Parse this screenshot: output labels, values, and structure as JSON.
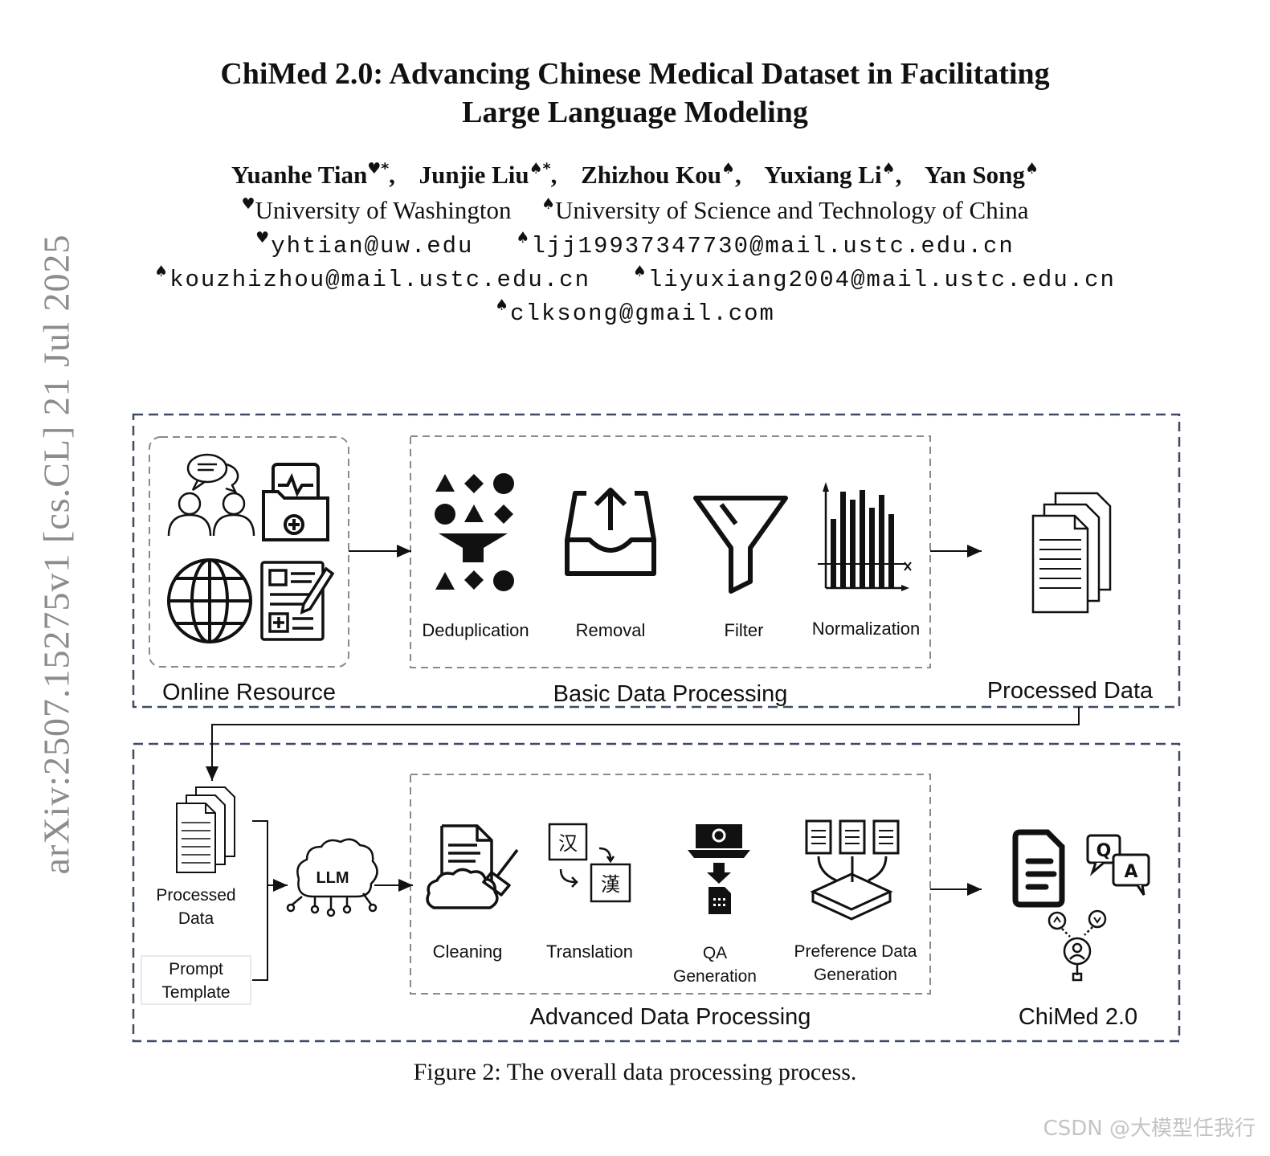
{
  "sidebar": {
    "arxiv_id": "arXiv:2507.15275v1  [cs.CL]  21 Jul 2025"
  },
  "paper": {
    "title_line1": "ChiMed 2.0: Advancing Chinese Medical Dataset in Facilitating",
    "title_line2": "Large Language Modeling",
    "authors": [
      {
        "name": "Yuanhe Tian",
        "mark": "♥*"
      },
      {
        "name": "Junjie Liu",
        "mark": "♠*"
      },
      {
        "name": "Zhizhou Kou",
        "mark": "♠"
      },
      {
        "name": "Yuxiang Li",
        "mark": "♠"
      },
      {
        "name": "Yan Song",
        "mark": "♠"
      }
    ],
    "affiliations": [
      {
        "mark": "♥",
        "name": "University of Washington"
      },
      {
        "mark": "♠",
        "name": "University of Science and Technology of China"
      }
    ],
    "emails": [
      {
        "mark": "♥",
        "address": "yhtian@uw.edu"
      },
      {
        "mark": "♠",
        "address": "ljj19937347730@mail.ustc.edu.cn"
      },
      {
        "mark": "♠",
        "address": "kouzhizhou@mail.ustc.edu.cn"
      },
      {
        "mark": "♠",
        "address": "liyuxiang2004@mail.ustc.edu.cn"
      },
      {
        "mark": "♠",
        "address": "clksong@gmail.com"
      }
    ]
  },
  "figure": {
    "top_panel": {
      "online_resource": "Online Resource",
      "basic_processing": "Basic Data Processing",
      "steps": [
        "Deduplication",
        "Removal",
        "Filter",
        "Normalization"
      ],
      "processed_data": "Processed Data"
    },
    "bottom_panel": {
      "input_data_line1": "Processed",
      "input_data_line2": "Data",
      "prompt_line1": "Prompt",
      "prompt_line2": "Template",
      "llm": "LLM",
      "advanced_processing": "Advanced Data Processing",
      "steps": [
        "Cleaning",
        "Translation"
      ],
      "qa_line1": "QA",
      "qa_line2": "Generation",
      "pref_line1": "Preference Data",
      "pref_line2": "Generation",
      "output": "ChiMed 2.0",
      "translation_glyphs": [
        "汉",
        "漢"
      ],
      "qa_glyphs": [
        "Q",
        "A"
      ]
    },
    "caption": "Figure 2: The overall data processing process."
  },
  "watermark": "CSDN @大模型任我行",
  "colors": {
    "panel_border": "#3f4a66",
    "inner_border": "#8a8a8a",
    "arxiv_gray": "#8c8c8c"
  },
  "icons": [
    "chat-people-icon",
    "medical-folder-icon",
    "globe-icon",
    "medical-record-icon",
    "dedup-shapes-icon",
    "inbox-upload-icon",
    "funnel-icon",
    "bar-chart-icon",
    "documents-icon",
    "llm-brain-icon",
    "cleaning-broom-icon",
    "translate-icon",
    "laptop-qa-icon",
    "preference-data-icon",
    "document-icon",
    "qa-bubbles-icon",
    "feedback-user-icon"
  ]
}
